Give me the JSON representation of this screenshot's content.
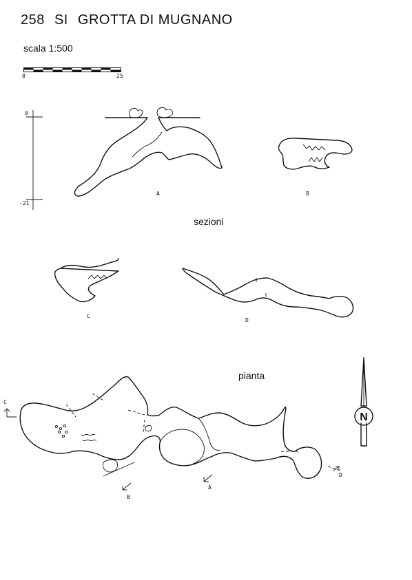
{
  "title": {
    "number": "258",
    "code": "SI",
    "name": "GROTTA DI MUGNANO"
  },
  "scale": {
    "label": "scala 1:500",
    "bar_start": "0",
    "bar_end": "25"
  },
  "depth_axis": {
    "top_label": "0",
    "bottom_label": "-21"
  },
  "sections_heading": "sezioni",
  "plan_heading": "pianta",
  "section_labels": {
    "a": "A",
    "b": "B",
    "c": "C",
    "d": "D"
  },
  "plan_markers": {
    "a": "A",
    "b": "B",
    "c": "C",
    "d": "D"
  },
  "north_label": "N",
  "colors": {
    "ink": "#111111",
    "paper": "#ffffff"
  }
}
